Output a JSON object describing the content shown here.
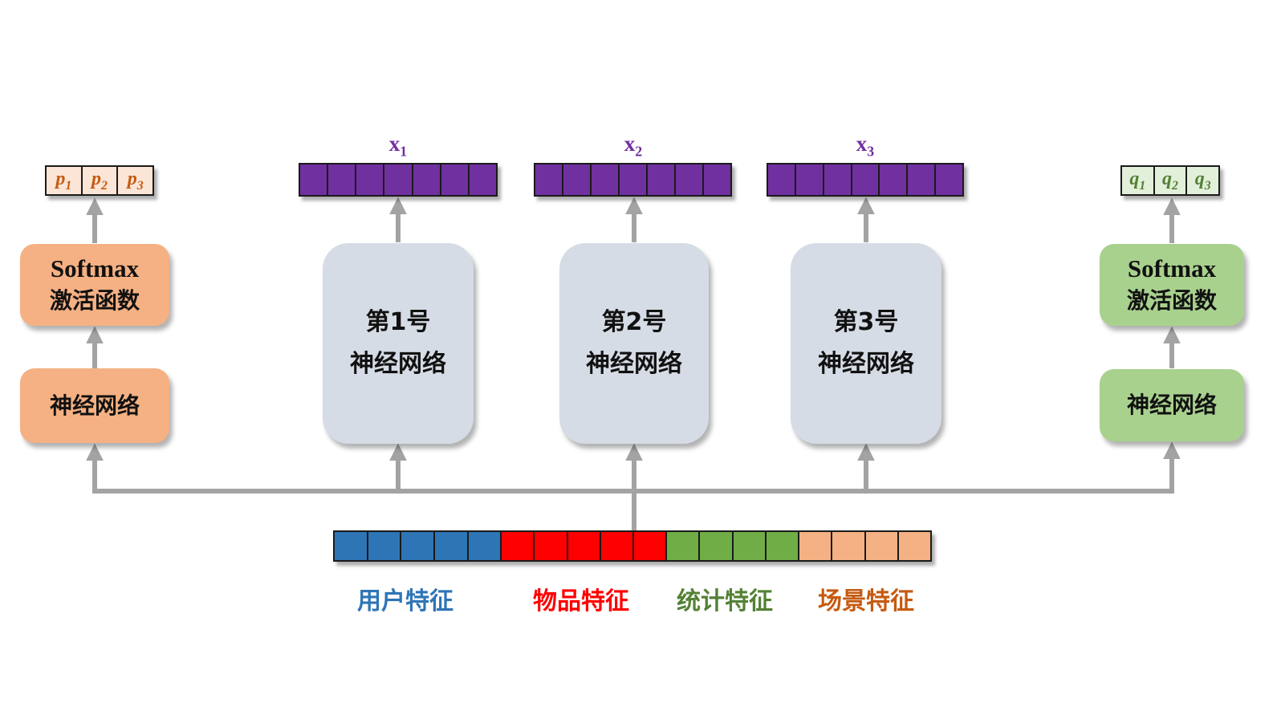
{
  "colors": {
    "purple": "#7030a0",
    "orange_box": "#f5b183",
    "orange_cell_bg": "#fbe5d6",
    "green_box": "#a9d18e",
    "green_cell_bg": "#e2efd9",
    "gray_box": "#d6dce5",
    "blue_cell": "#2e75b6",
    "red_cell": "#fe0000",
    "green_cell": "#70ad47",
    "peach_cell": "#f4b183",
    "arrow": "#a3a3a3",
    "p_text": "#c55a11",
    "q_text": "#538135",
    "label_user": "#2e75b6",
    "label_item": "#fe0000",
    "label_stat": "#538135",
    "label_scene": "#c55a11"
  },
  "left_stack": {
    "softmax_label_en": "Softmax",
    "softmax_label_zh": "激活函数",
    "nn_label": "神经网络",
    "output_cells": [
      {
        "base": "p",
        "sub": "1"
      },
      {
        "base": "p",
        "sub": "2"
      },
      {
        "base": "p",
        "sub": "3"
      }
    ]
  },
  "right_stack": {
    "softmax_label_en": "Softmax",
    "softmax_label_zh": "激活函数",
    "nn_label": "神经网络",
    "output_cells": [
      {
        "base": "q",
        "sub": "1"
      },
      {
        "base": "q",
        "sub": "2"
      },
      {
        "base": "q",
        "sub": "3"
      }
    ]
  },
  "expert_boxes": [
    {
      "title_line1": "第1号",
      "title_line2": "神经网络",
      "output_label_base": "x",
      "output_label_sub": "1",
      "output_cells": 7
    },
    {
      "title_line1": "第2号",
      "title_line2": "神经网络",
      "output_label_base": "x",
      "output_label_sub": "2",
      "output_cells": 7
    },
    {
      "title_line1": "第3号",
      "title_line2": "神经网络",
      "output_label_base": "x",
      "output_label_sub": "3",
      "output_cells": 7
    }
  ],
  "input_vector": {
    "segments": [
      {
        "name": "user",
        "label": "用户特征",
        "cells": 5
      },
      {
        "name": "item",
        "label": "物品特征",
        "cells": 5
      },
      {
        "name": "stat",
        "label": "统计特征",
        "cells": 4
      },
      {
        "name": "scene",
        "label": "场景特征",
        "cells": 4
      }
    ]
  }
}
